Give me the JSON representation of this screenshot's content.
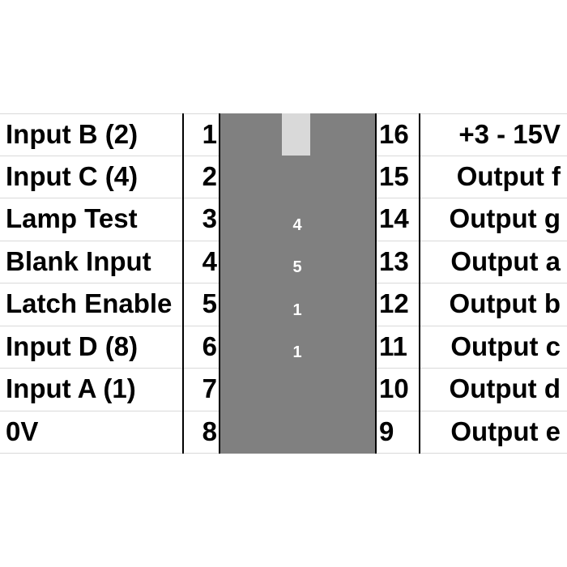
{
  "left_pins": [
    {
      "label": "Input B (2)",
      "number": "1"
    },
    {
      "label": "Input C (4)",
      "number": "2"
    },
    {
      "label": "Lamp Test",
      "number": "3"
    },
    {
      "label": "Blank Input",
      "number": "4"
    },
    {
      "label": "Latch Enable",
      "number": "5"
    },
    {
      "label": "Input D (8)",
      "number": "6"
    },
    {
      "label": "Input A (1)",
      "number": "7"
    },
    {
      "label": "0V",
      "number": "8"
    }
  ],
  "right_pins": [
    {
      "label": "+3 - 15V",
      "number": "16"
    },
    {
      "label": "Output f",
      "number": "15"
    },
    {
      "label": "Output g",
      "number": "14"
    },
    {
      "label": "Output a",
      "number": "13"
    },
    {
      "label": "Output b",
      "number": "12"
    },
    {
      "label": "Output c",
      "number": "11"
    },
    {
      "label": "Output d",
      "number": "10"
    },
    {
      "label": "Output e",
      "number": "9"
    }
  ],
  "chip_marking": [
    "4",
    "5",
    "1",
    "1"
  ],
  "colors": {
    "chip_body": "#808080",
    "notch": "#d9d9d9",
    "text": "#000000",
    "chip_text": "#ffffff"
  }
}
